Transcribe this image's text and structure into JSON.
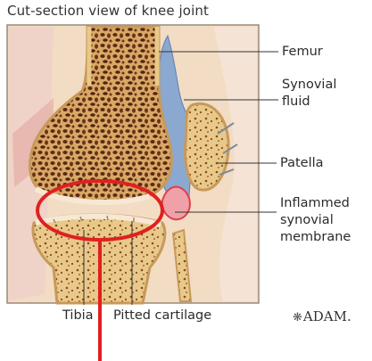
{
  "title": "Cut-section view of knee joint",
  "labels": {
    "femur": "Femur",
    "synovial_fluid_1": "Synovial",
    "synovial_fluid_2": "fluid",
    "patella": "Patella",
    "inflamed_1": "Inflammed",
    "inflamed_2": "synovial",
    "inflamed_3": "membrane",
    "tibia": "Tibia",
    "pitted_cartilage": "Pitted cartilage"
  },
  "logo": {
    "icon": "adam-logo-icon",
    "text": "ADAM."
  },
  "colors": {
    "bone": "#e8c98a",
    "marrow": "#5a2a14",
    "cartilage": "#f6e8d4",
    "synovial_fluid": "#8aa8d0",
    "inflammation": "#e0404a",
    "highlight": "#e02020"
  }
}
